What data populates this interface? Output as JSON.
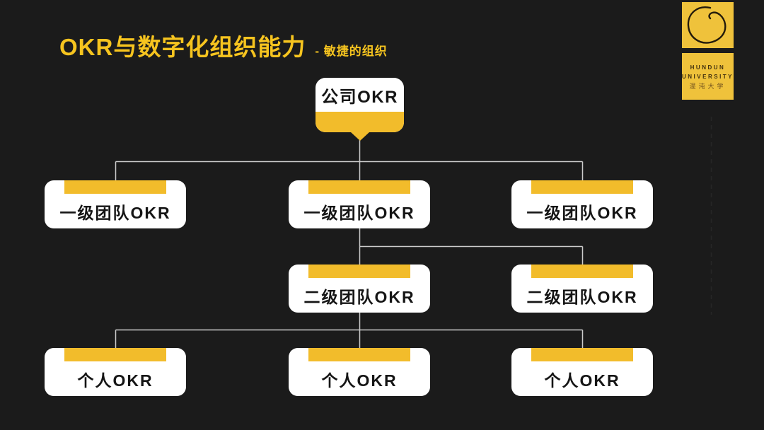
{
  "slide": {
    "title": "OKR与数字化组织能力",
    "subtitle": "- 敏捷的组织"
  },
  "logo": {
    "line1": "HUNDUN",
    "line2": "UNIVERSITY",
    "line3": "混沌大学"
  },
  "org_chart": {
    "type": "tree",
    "root": {
      "label": "公司OKR"
    },
    "level1": [
      {
        "label": "一级团队OKR"
      },
      {
        "label": "一级团队OKR"
      },
      {
        "label": "一级团队OKR"
      }
    ],
    "level2": [
      {
        "label": "二级团队OKR"
      },
      {
        "label": "二级团队OKR"
      }
    ],
    "level3": [
      {
        "label": "个人OKR"
      },
      {
        "label": "个人OKR"
      },
      {
        "label": "个人OKR"
      }
    ],
    "edges": [
      "公司OKR -> 一级团队OKR (x3)",
      "一级团队OKR(middle) -> 二级团队OKR (x2)",
      "二级团队OKR(middle) -> 个人OKR (x3)"
    ],
    "colors": {
      "background": "#1B1B1B",
      "accent_yellow": "#F2BC2B",
      "title_yellow": "#F6C41F",
      "node_bg": "#FFFFFF",
      "node_text": "#151515",
      "connector": "#CCCCCC"
    }
  }
}
